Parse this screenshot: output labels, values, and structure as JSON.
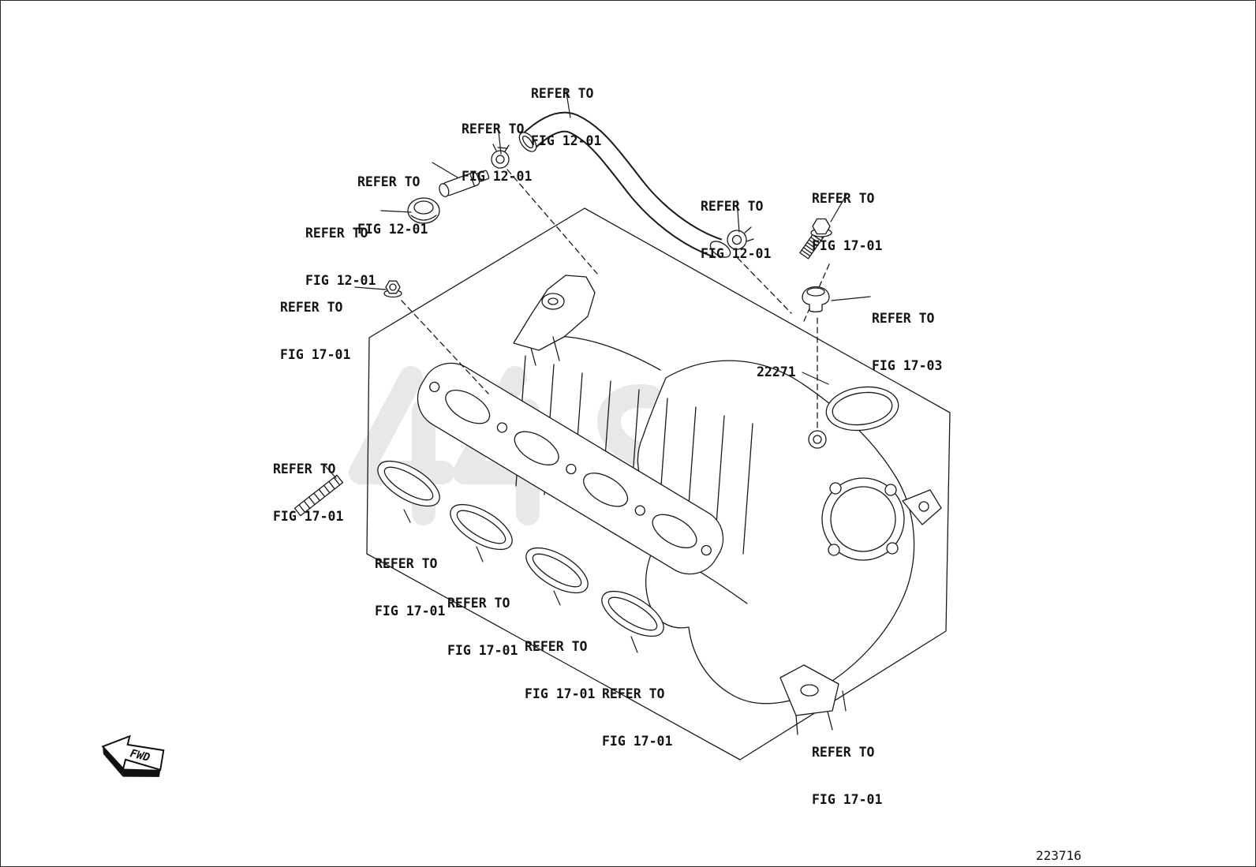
{
  "diagram": {
    "part_number": "22271",
    "figure_number": "223716",
    "fwd_label": "FWD"
  },
  "labels": [
    {
      "line1": "REFER TO",
      "line2": "FIG 12-01"
    },
    {
      "line1": "REFER TO",
      "line2": "FIG 12-01"
    },
    {
      "line1": "REFER TO",
      "line2": "FIG 12-01"
    },
    {
      "line1": "REFER TO",
      "line2": "FIG 12-01"
    },
    {
      "line1": "REFER TO",
      "line2": "FIG 12-01"
    },
    {
      "line1": "REFER TO",
      "line2": "FIG 17-01"
    },
    {
      "line1": "REFER TO",
      "line2": "FIG 17-01"
    },
    {
      "line1": "REFER TO",
      "line2": "FIG 17-03"
    },
    {
      "line1": "REFER TO",
      "line2": "FIG 17-01"
    },
    {
      "line1": "REFER TO",
      "line2": "FIG 17-01"
    },
    {
      "line1": "REFER TO",
      "line2": "FIG 17-01"
    },
    {
      "line1": "REFER TO",
      "line2": "FIG 17-01"
    },
    {
      "line1": "REFER TO",
      "line2": "FIG 17-01"
    },
    {
      "line1": "REFER TO",
      "line2": "FIG 17-01"
    }
  ]
}
